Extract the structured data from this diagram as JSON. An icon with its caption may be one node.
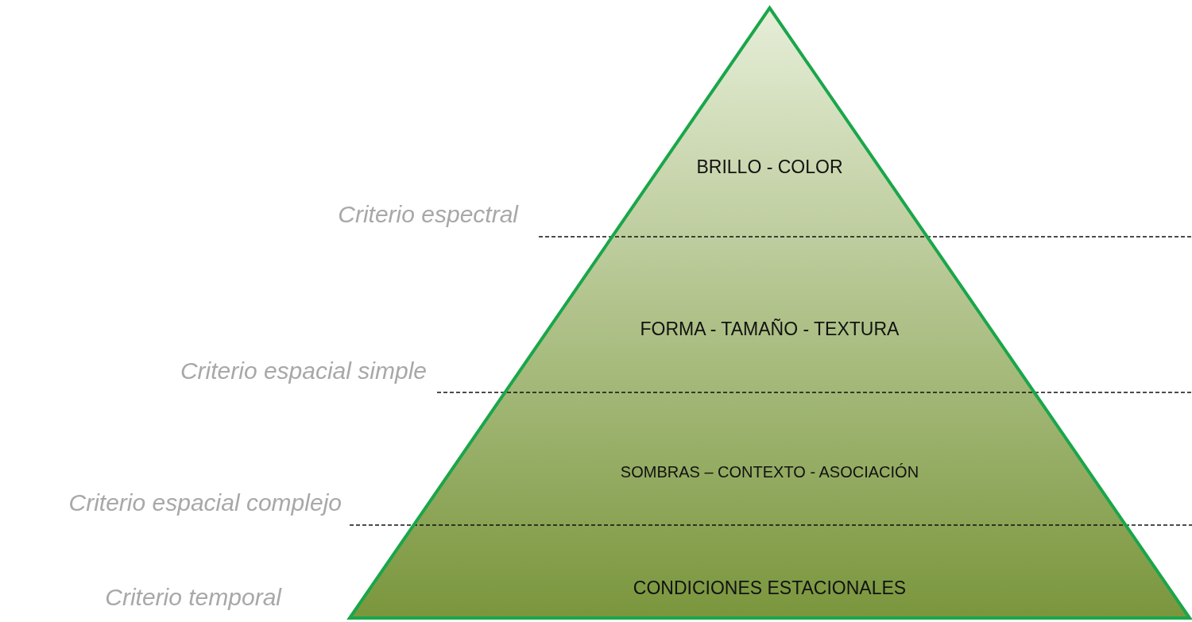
{
  "diagram": {
    "nodes": [
      {
        "text": [
          "BRILLO - COLOR"
        ]
      },
      {
        "text": [
          "FORMA - TAMAÑO - TEXTURA"
        ]
      },
      {
        "text": [
          "SOMBRAS – CONTEXTO - ASOCIACIÓN"
        ]
      },
      {
        "text": [
          "CONDICIONES ESTACIONALES"
        ]
      }
    ],
    "edges": [],
    "labels": [
      "Criterio espectral",
      "Criterio espacial simple",
      "Criterio espacial complejo",
      "Criterio temporal"
    ]
  }
}
